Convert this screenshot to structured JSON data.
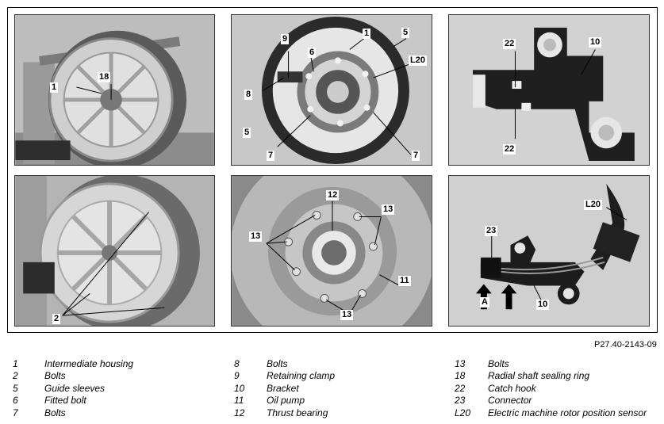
{
  "figure_ref": "P27.40-2143-09",
  "panels": {
    "p1": {
      "callouts": [
        "1",
        "18"
      ]
    },
    "p2": {
      "callouts": [
        "1",
        "5",
        "9",
        "6",
        "8",
        "L20",
        "5",
        "7",
        "7"
      ]
    },
    "p3": {
      "callouts": [
        "22",
        "10",
        "22"
      ]
    },
    "p4": {
      "callouts": [
        "2"
      ]
    },
    "p5": {
      "callouts": [
        "12",
        "13",
        "13",
        "11",
        "13"
      ]
    },
    "p6": {
      "callouts": [
        "L20",
        "23",
        "A",
        "10"
      ]
    }
  },
  "legend": [
    {
      "num": "1",
      "text": "Intermediate housing"
    },
    {
      "num": "2",
      "text": "Bolts"
    },
    {
      "num": "5",
      "text": "Guide sleeves"
    },
    {
      "num": "6",
      "text": "Fitted bolt"
    },
    {
      "num": "7",
      "text": "Bolts"
    },
    {
      "num": "8",
      "text": "Bolts"
    },
    {
      "num": "9",
      "text": "Retaining clamp"
    },
    {
      "num": "10",
      "text": "Bracket"
    },
    {
      "num": "11",
      "text": "Oil pump"
    },
    {
      "num": "12",
      "text": "Thrust bearing"
    },
    {
      "num": "13",
      "text": "Bolts"
    },
    {
      "num": "18",
      "text": "Radial shaft sealing ring"
    },
    {
      "num": "22",
      "text": "Catch hook"
    },
    {
      "num": "23",
      "text": "Connector"
    },
    {
      "num": "L20",
      "text": "Electric machine rotor position sensor"
    }
  ]
}
